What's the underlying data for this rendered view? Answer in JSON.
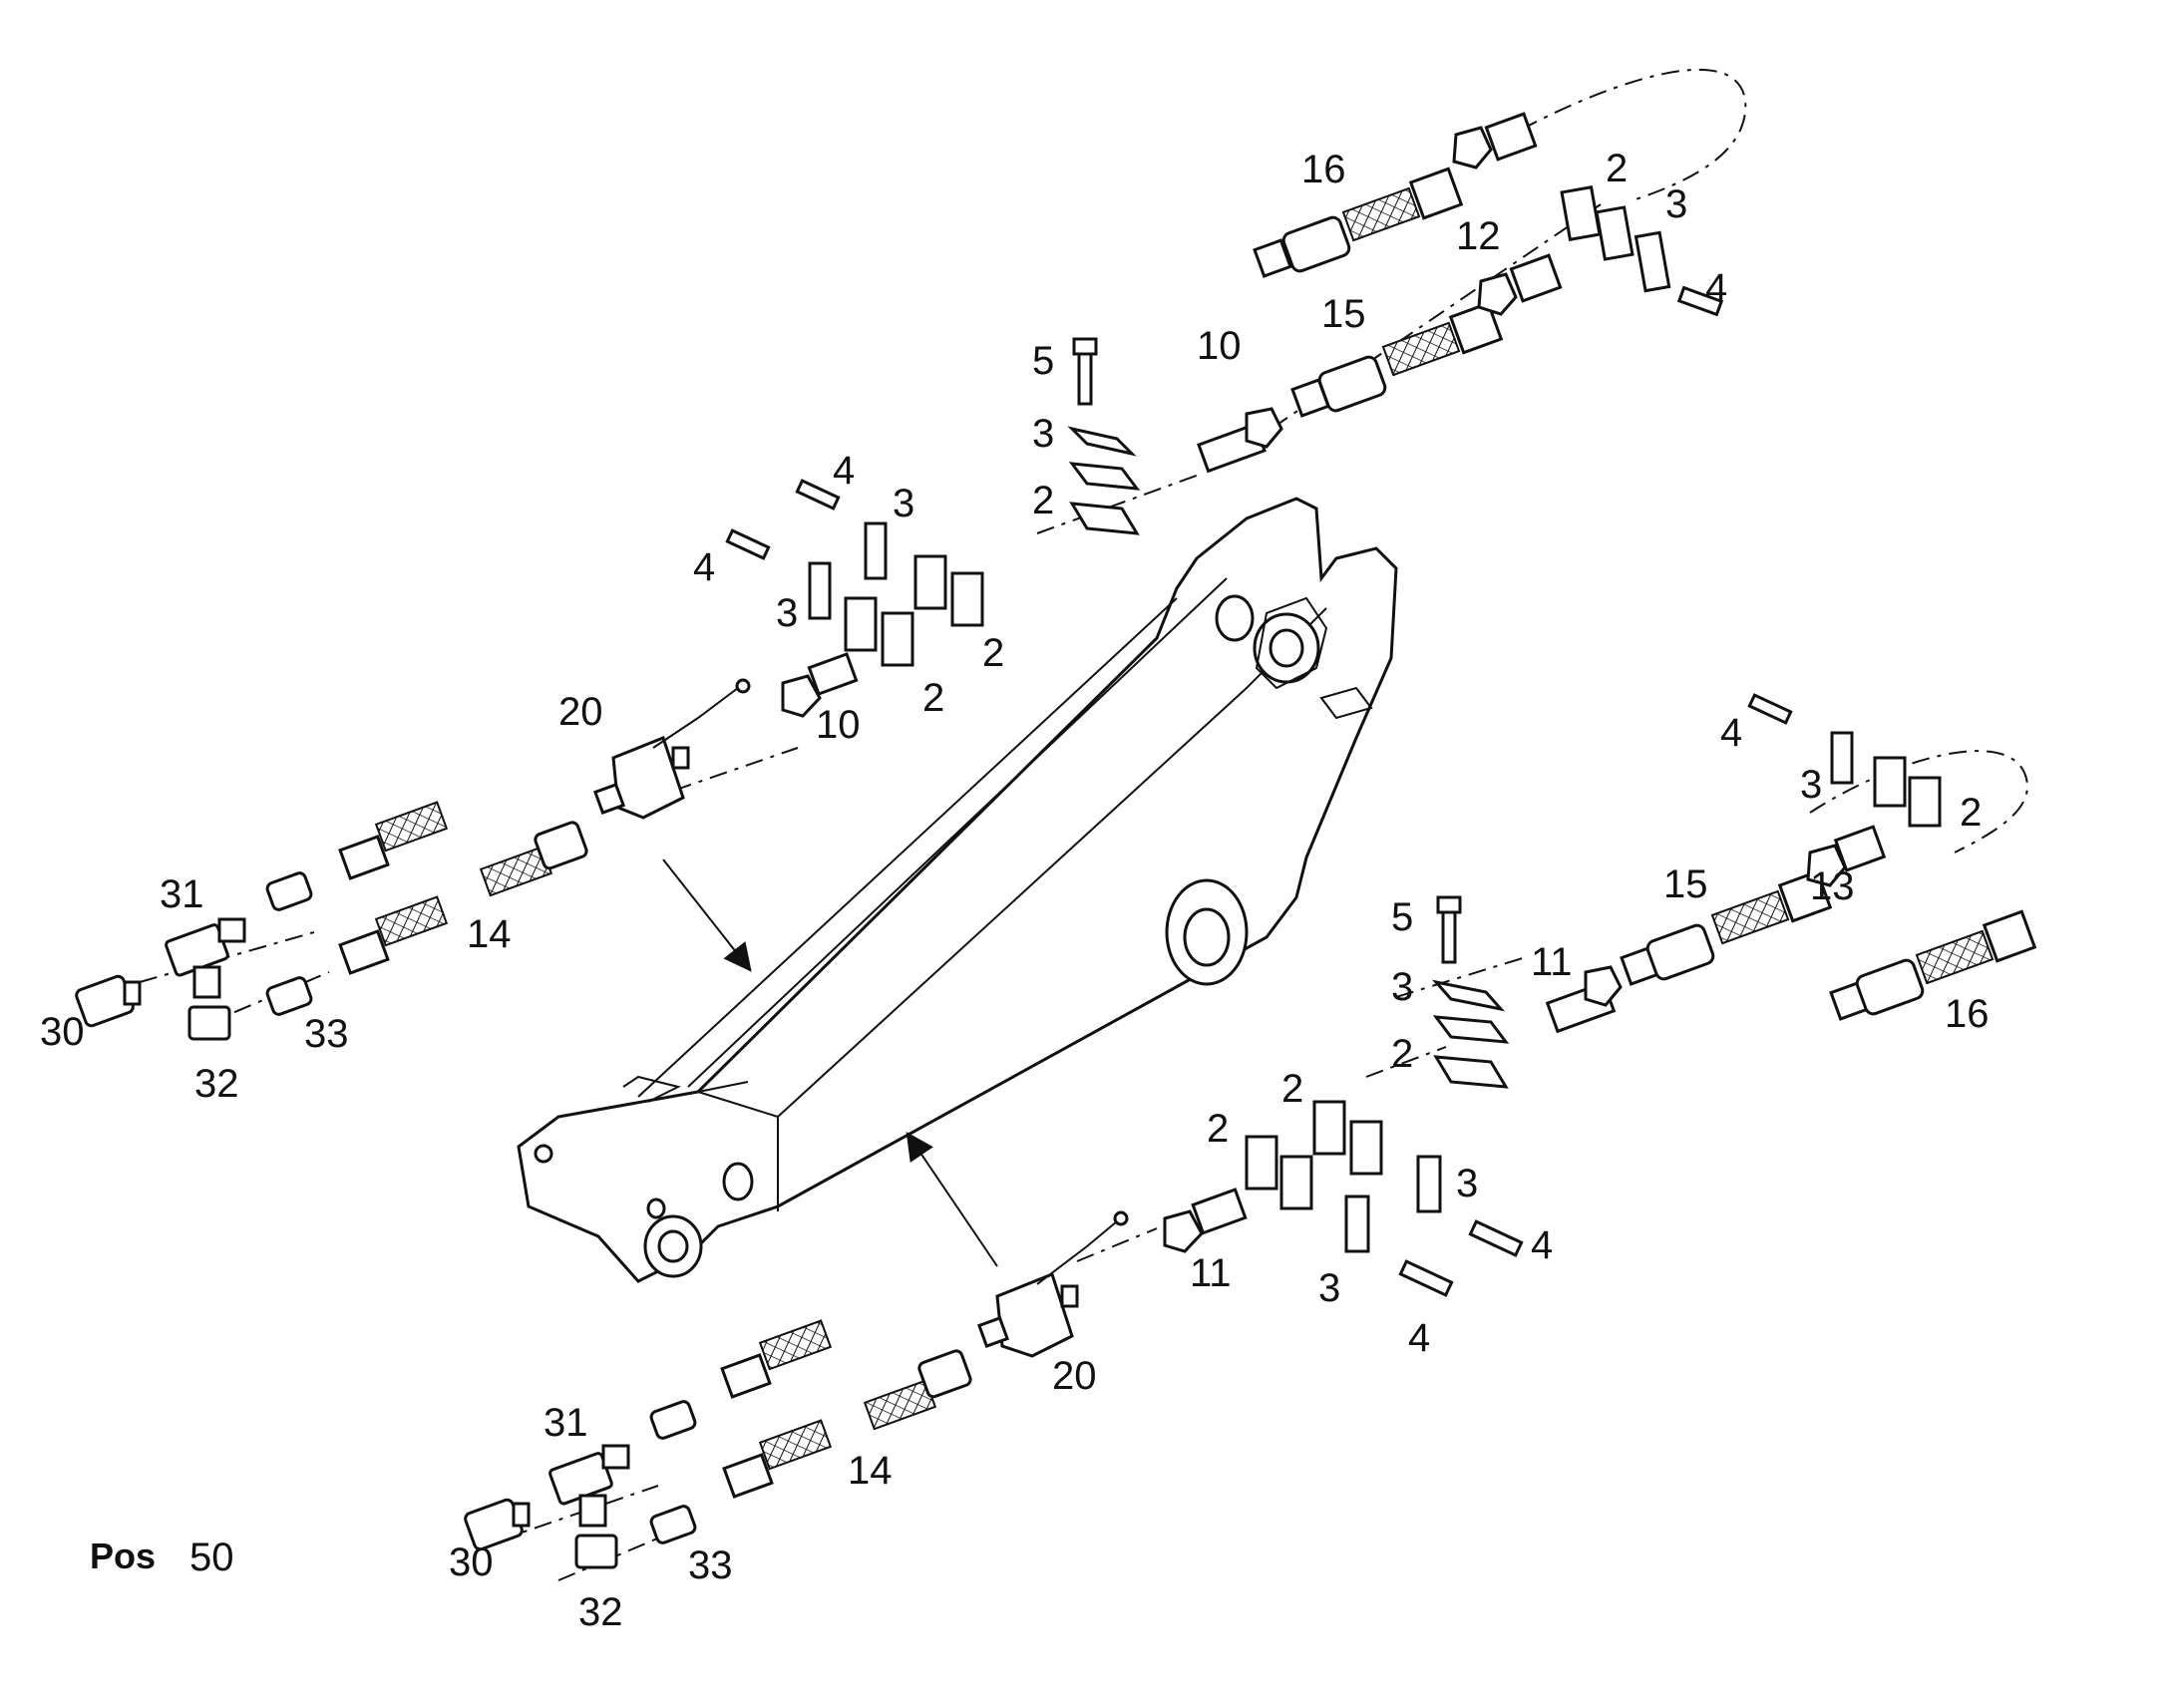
{
  "position": {
    "label": "Pos",
    "value": "50"
  },
  "callouts": [
    {
      "id": "c16a",
      "text": "16"
    },
    {
      "id": "c2a",
      "text": "2"
    },
    {
      "id": "c3a",
      "text": "3"
    },
    {
      "id": "c12",
      "text": "12"
    },
    {
      "id": "c4a",
      "text": "4"
    },
    {
      "id": "c15a",
      "text": "15"
    },
    {
      "id": "c5a",
      "text": "5"
    },
    {
      "id": "c10a",
      "text": "10"
    },
    {
      "id": "c3b",
      "text": "3"
    },
    {
      "id": "c2b",
      "text": "2"
    },
    {
      "id": "c4b",
      "text": "4"
    },
    {
      "id": "c3c",
      "text": "3"
    },
    {
      "id": "c4c",
      "text": "4"
    },
    {
      "id": "c3d",
      "text": "3"
    },
    {
      "id": "c2c",
      "text": "2"
    },
    {
      "id": "c2d",
      "text": "2"
    },
    {
      "id": "c20a",
      "text": "20"
    },
    {
      "id": "c10b",
      "text": "10"
    },
    {
      "id": "c31a",
      "text": "31"
    },
    {
      "id": "c14a",
      "text": "14"
    },
    {
      "id": "c30a",
      "text": "30"
    },
    {
      "id": "c33a",
      "text": "33"
    },
    {
      "id": "c32a",
      "text": "32"
    },
    {
      "id": "c4d",
      "text": "4"
    },
    {
      "id": "c3e",
      "text": "3"
    },
    {
      "id": "c2e",
      "text": "2"
    },
    {
      "id": "c15b",
      "text": "15"
    },
    {
      "id": "c13",
      "text": "13"
    },
    {
      "id": "c16b",
      "text": "16"
    },
    {
      "id": "c5b",
      "text": "5"
    },
    {
      "id": "c11a",
      "text": "11"
    },
    {
      "id": "c3f",
      "text": "3"
    },
    {
      "id": "c2f",
      "text": "2"
    },
    {
      "id": "c2g",
      "text": "2"
    },
    {
      "id": "c2h",
      "text": "2"
    },
    {
      "id": "c3g",
      "text": "3"
    },
    {
      "id": "c4e",
      "text": "4"
    },
    {
      "id": "c11b",
      "text": "11"
    },
    {
      "id": "c3h",
      "text": "3"
    },
    {
      "id": "c4f",
      "text": "4"
    },
    {
      "id": "c20b",
      "text": "20"
    },
    {
      "id": "c31b",
      "text": "31"
    },
    {
      "id": "c14b",
      "text": "14"
    },
    {
      "id": "c30b",
      "text": "30"
    },
    {
      "id": "c33b",
      "text": "33"
    },
    {
      "id": "c32b",
      "text": "32"
    }
  ]
}
